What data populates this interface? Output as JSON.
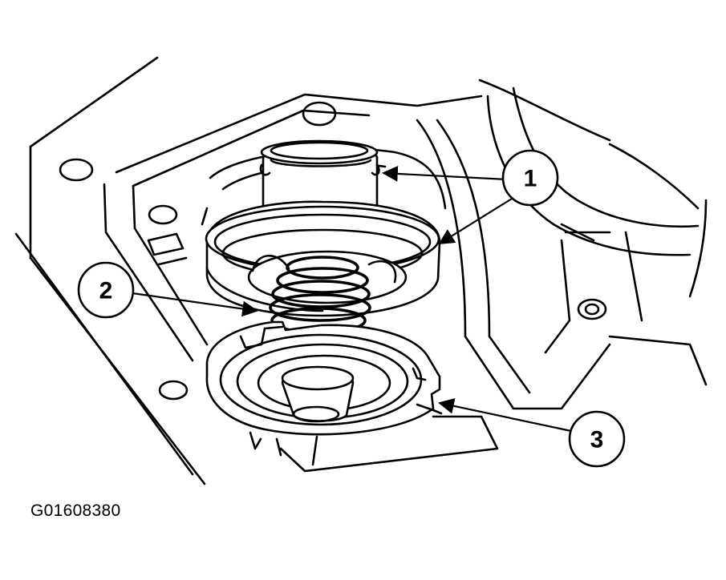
{
  "callouts": [
    {
      "id": "1",
      "label": "1"
    },
    {
      "id": "2",
      "label": "2"
    },
    {
      "id": "3",
      "label": "3"
    }
  ],
  "figure_id": "G01608380"
}
